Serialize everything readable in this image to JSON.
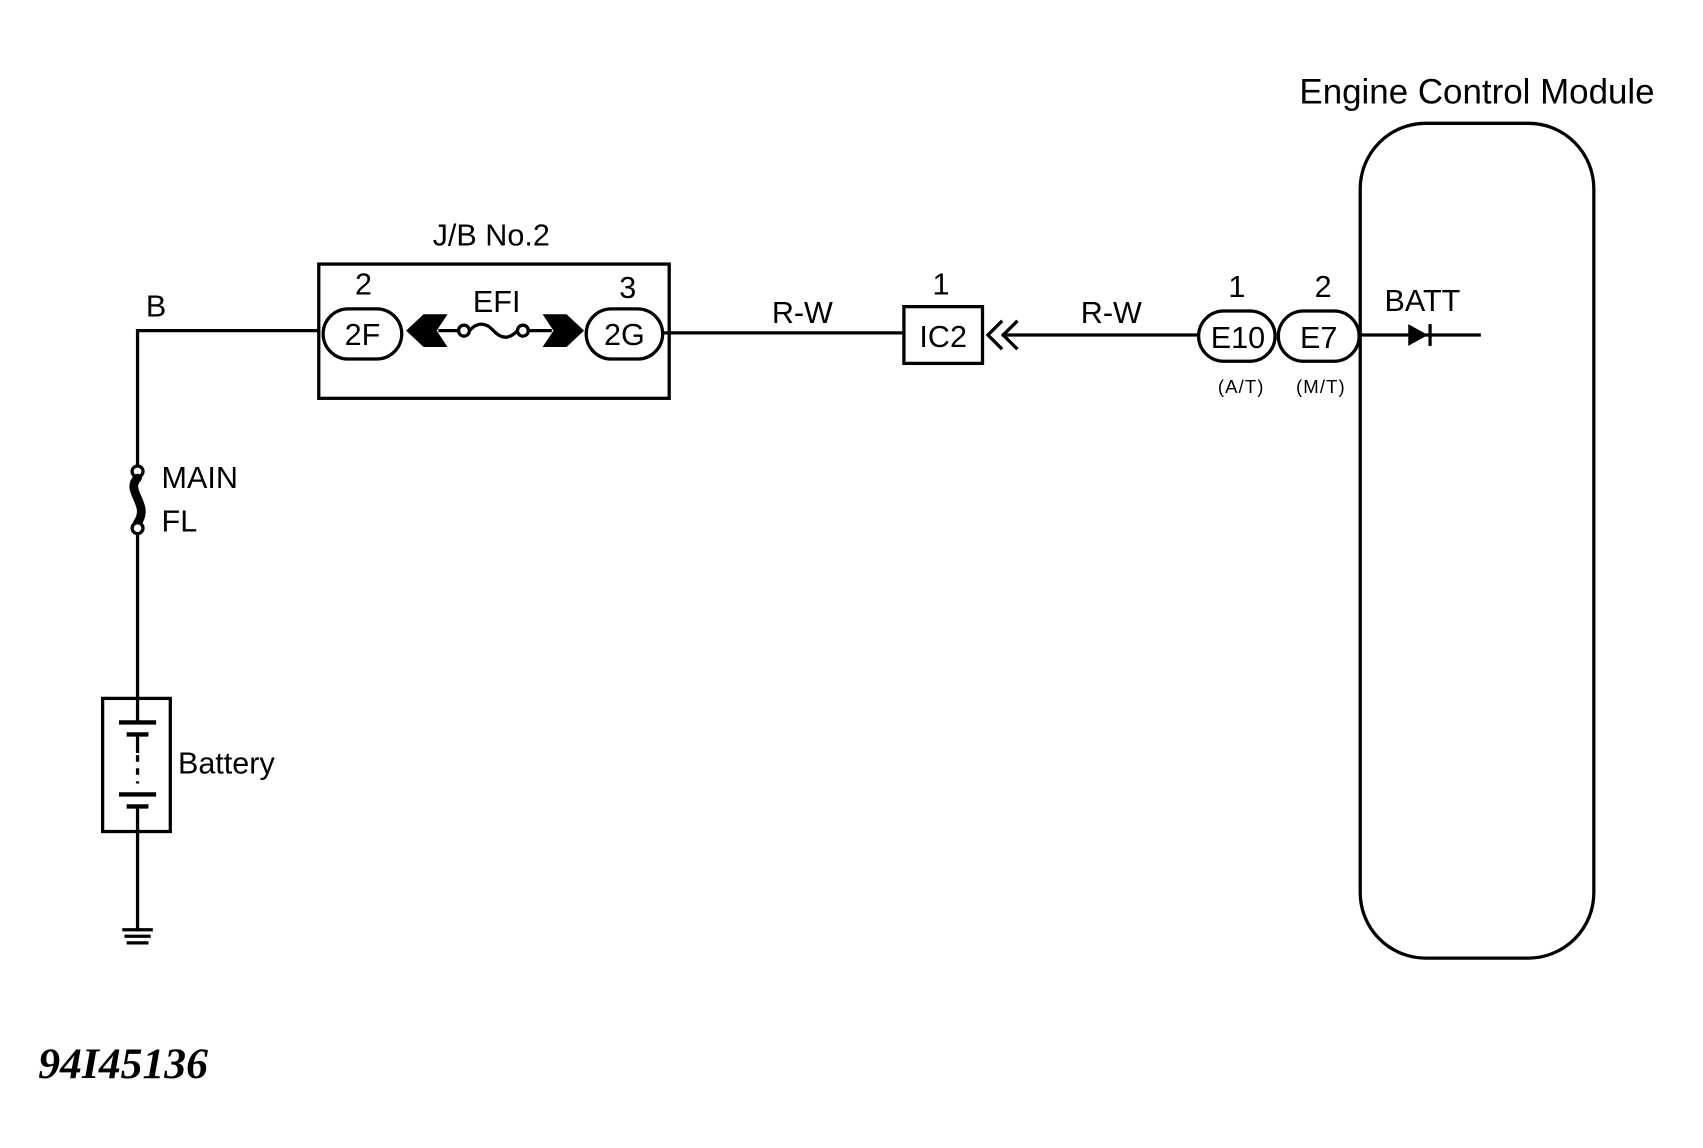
{
  "diagram": {
    "title": "Engine Control Module",
    "figure_id": "94I45136",
    "junction_block": {
      "label": "J/B No.2",
      "fuse": "EFI",
      "connectors": [
        {
          "name": "2F",
          "pin": "2"
        },
        {
          "name": "2G",
          "pin": "3"
        }
      ]
    },
    "wires": {
      "battery_side": "B",
      "jb_to_ic2": "R-W",
      "ic2_to_ecm": "R-W"
    },
    "fusible_link": {
      "line1": "MAIN",
      "line2": "FL"
    },
    "battery": "Battery",
    "junction_connector": {
      "name": "IC2",
      "pin": "1"
    },
    "ecm_connectors": [
      {
        "name": "E10",
        "pin": "1",
        "variant": "(A/T)"
      },
      {
        "name": "E7",
        "pin": "2",
        "variant": "(M/T)"
      }
    ],
    "ecm_terminal": "BATT"
  }
}
